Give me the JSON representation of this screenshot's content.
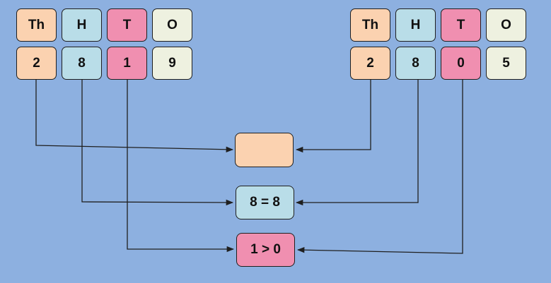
{
  "left_number": {
    "headers": [
      "Th",
      "H",
      "T",
      "O"
    ],
    "digits": [
      "2",
      "8",
      "1",
      "9"
    ]
  },
  "right_number": {
    "headers": [
      "Th",
      "H",
      "T",
      "O"
    ],
    "digits": [
      "2",
      "8",
      "0",
      "5"
    ]
  },
  "comparisons": {
    "thousands": "",
    "hundreds": "8 = 8",
    "tens": "1 > 0"
  },
  "colors": {
    "background": "#8db0e0",
    "thousands": "#fbd2b0",
    "hundreds": "#b9dde8",
    "tens": "#f08fb0",
    "ones": "#eef1e0",
    "line": "#1f1f1f"
  }
}
